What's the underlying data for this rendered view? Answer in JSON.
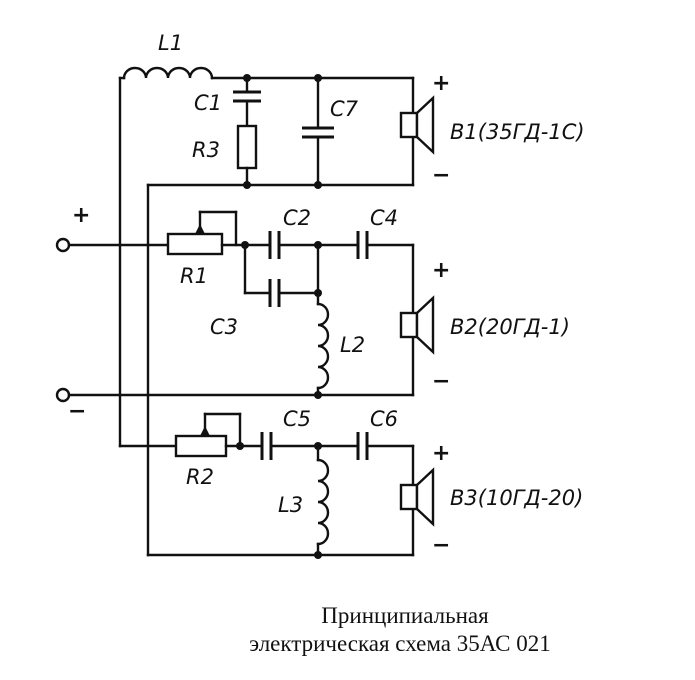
{
  "labels": {
    "l1": "L1",
    "l2": "L2",
    "l3": "L3",
    "c1": "C1",
    "c2": "C2",
    "c3": "C3",
    "c4": "C4",
    "c5": "C5",
    "c6": "C6",
    "c7": "C7",
    "r1": "R1",
    "r2": "R2",
    "r3": "R3",
    "b1": "B1(35ГД-1С)",
    "b2": "B2(20ГД-1)",
    "b3": "B3(10ГД-20)"
  },
  "signs": {
    "plus": "+",
    "minus": "−"
  },
  "caption": {
    "line1": "Принципиальная",
    "line2": "электрическая схема 35АС 021"
  }
}
